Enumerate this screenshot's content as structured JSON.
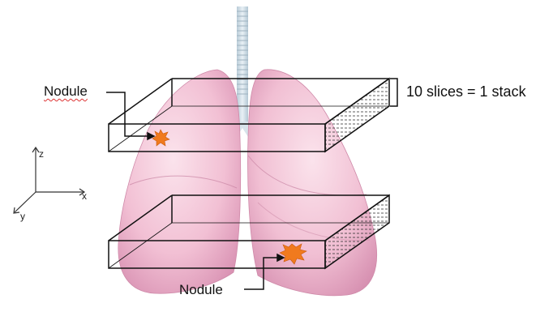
{
  "labels": {
    "nodule_top": "Nodule",
    "nodule_bottom": "Nodule",
    "stack": "10 slices = 1 stack"
  },
  "axes": {
    "x": "x",
    "y": "y",
    "z": "z"
  },
  "colors": {
    "lung_pink": "#f2c0d4",
    "lung_shadow": "#d98fb0",
    "trachea": "#c9dbe6",
    "nodule": "#f07a1e",
    "outline": "#111111"
  }
}
